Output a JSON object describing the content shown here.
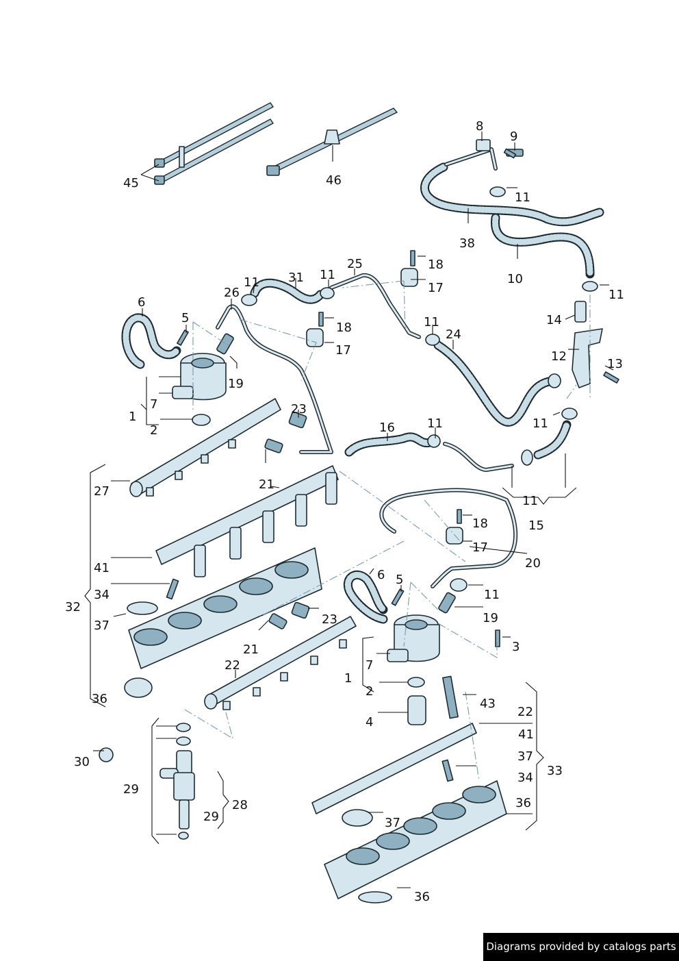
{
  "watermark": "Diagrams provided by catalogs parts",
  "callouts": {
    "c45": "45",
    "c46": "46",
    "c8": "8",
    "c9": "9",
    "c11a": "11",
    "c38": "38",
    "c10": "10",
    "c11b": "11",
    "c25": "25",
    "c18a": "18",
    "c17a": "17",
    "c11c": "11",
    "c31": "31",
    "c11d": "11",
    "c26": "26",
    "c6a": "6",
    "c5a": "5",
    "c18b": "18",
    "c17b": "17",
    "c11e": "11",
    "c24": "24",
    "c14": "14",
    "c12": "12",
    "c13": "13",
    "c19a": "19",
    "c7a": "7",
    "c1a": "1",
    "c2a": "2",
    "c23a": "23",
    "c16": "16",
    "c11f": "11",
    "c11g": "11",
    "c11h": "11",
    "c27": "27",
    "c21a": "21",
    "c18c": "18",
    "c15": "15",
    "c17c": "17",
    "c20": "20",
    "c41a": "41",
    "c34a": "34",
    "c6b": "6",
    "c5b": "5",
    "c11i": "11",
    "c32": "32",
    "c37a": "37",
    "c23b": "23",
    "c19b": "19",
    "c21b": "21",
    "c3": "3",
    "c22a": "22",
    "c7b": "7",
    "c1b": "1",
    "c2b": "2",
    "c36a": "36",
    "c4": "4",
    "c43": "43",
    "c22b": "22",
    "c41b": "41",
    "c37b": "37",
    "c33": "33",
    "c34b": "34",
    "c36b": "36",
    "c30": "30",
    "c29a": "29",
    "c28": "28",
    "c29b": "29",
    "c37c": "37",
    "c36c": "36"
  },
  "icons": {
    "pump": "high-pressure-fuel-pump-icon",
    "rail": "fuel-rail-icon",
    "injector": "fuel-injector-icon",
    "manifold": "intake-manifold-icon",
    "hose": "fuel-hose-icon",
    "clip": "hose-clip-icon",
    "bolt": "bolt-icon",
    "sensor": "pressure-sensor-icon",
    "strap": "cable-tie-icon"
  },
  "colors": {
    "part_fill": "#d6e6ee",
    "outline": "#1d2a30",
    "dash_line": "#7a9aa8",
    "watermark_bg": "#000000"
  }
}
